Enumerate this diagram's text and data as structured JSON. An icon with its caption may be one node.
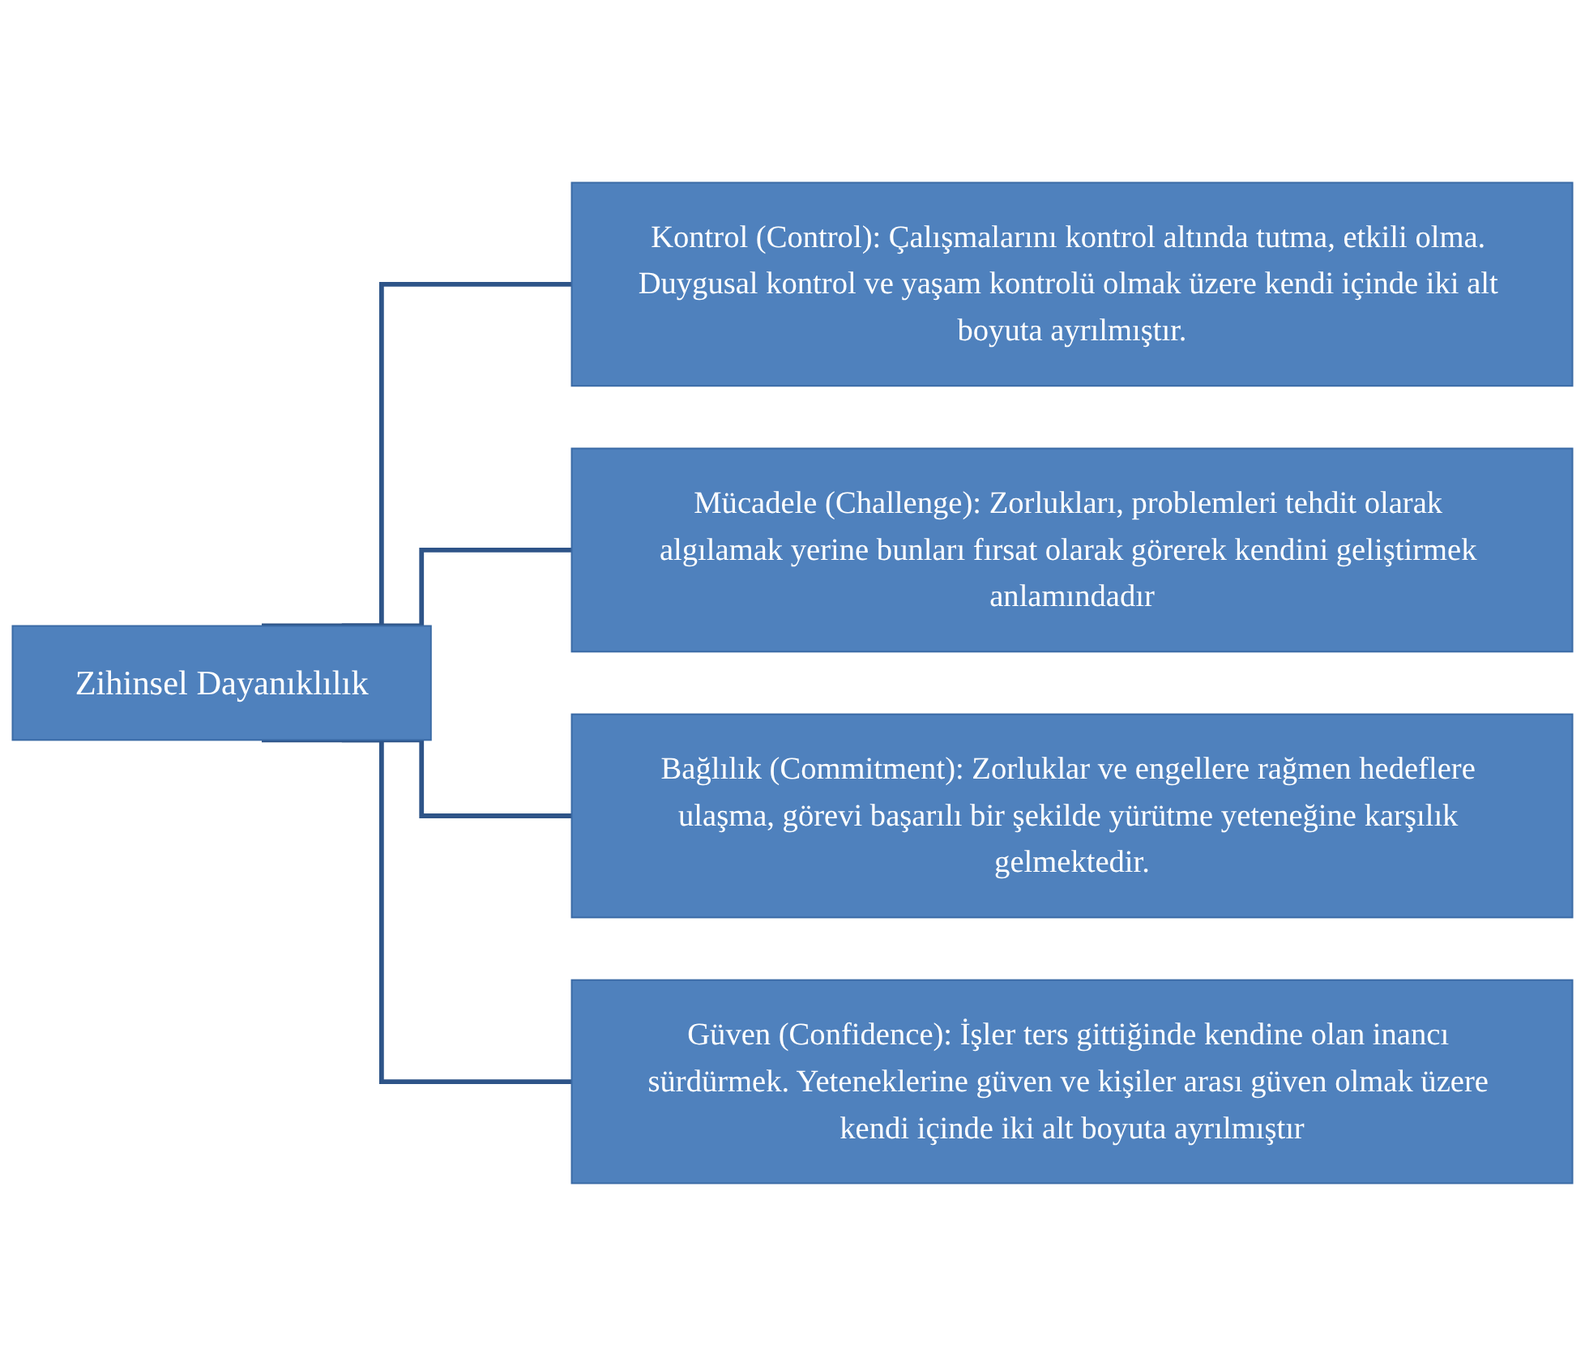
{
  "diagram": {
    "nodes": [
      {
        "text": [
          "Zihinsel Dayanıklılık"
        ]
      },
      {
        "text": [
          "Kontrol (Control): Çalışmalarını kontrol altında tutma, etkili olma. Duygusal kontrol ve yaşam kontrolü olmak üzere kendi içinde iki alt boyuta ayrılmıştır."
        ]
      },
      {
        "text": [
          "Mücadele (Challenge): Zorlukları, problemleri tehdit olarak algılamak yerine bunları fırsat olarak görerek kendini geliştirmek anlamındadır"
        ]
      },
      {
        "text": [
          "Bağlılık (Commitment): Zorluklar ve engellere rağmen hedeflere ulaşma, görevi başarılı bir şekilde yürütme yeteneğine karşılık gelmektedir."
        ]
      },
      {
        "text": [
          "Güven (Confidence): İşler ters gittiğinde kendine olan inancı sürdürmek. Yeteneklerine güven ve kişiler arası güven olmak üzere kendi içinde iki alt boyuta ayrılmıştır"
        ]
      }
    ],
    "edges": [
      {
        "from": 0,
        "to": 1,
        "arrow": "none"
      },
      {
        "from": 0,
        "to": 2,
        "arrow": "none"
      },
      {
        "from": 0,
        "to": 3,
        "arrow": "none"
      },
      {
        "from": 0,
        "to": 4,
        "arrow": "none"
      }
    ]
  }
}
